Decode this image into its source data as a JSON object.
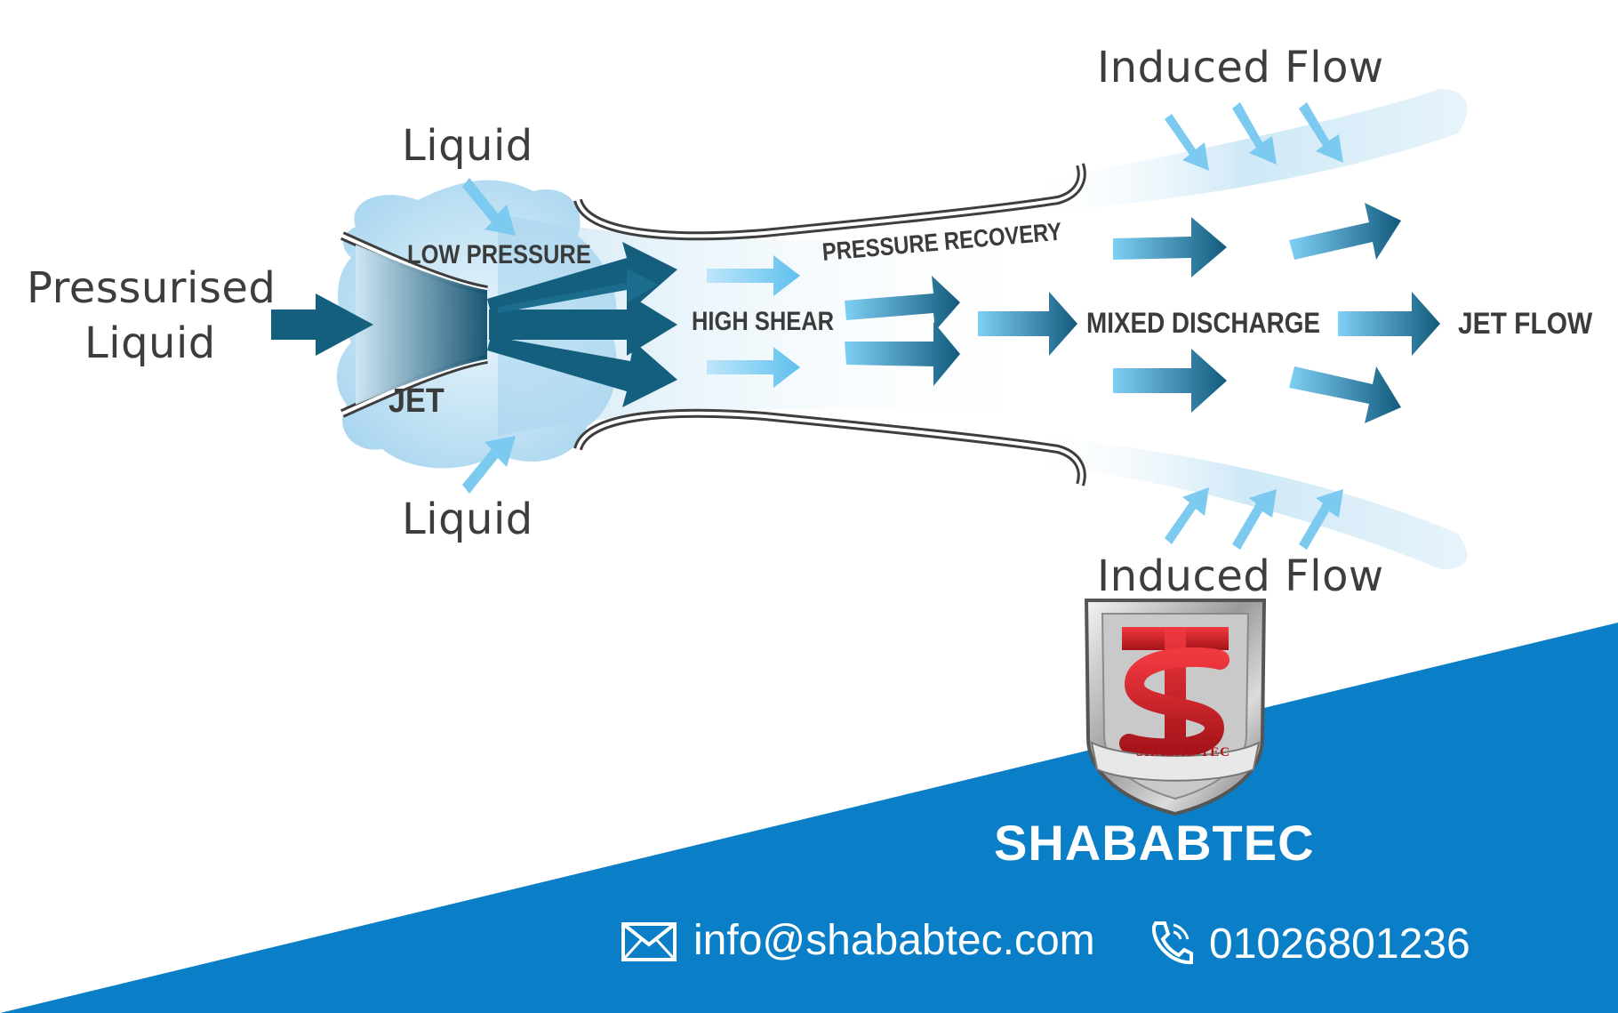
{
  "labels": {
    "pressurised_line1": "Pressurised",
    "pressurised_line2": "Liquid",
    "liquid_top": "Liquid",
    "liquid_bottom": "Liquid",
    "induced_flow_top": "Induced Flow",
    "induced_flow_bottom": "Induced Flow",
    "low_pressure": "LOW PRESSURE",
    "jet": "JET",
    "high_shear": "HIGH SHEAR",
    "pressure_recovery": "PRESSURE RECOVERY",
    "mixed_discharge": "MIXED DISCHARGE",
    "jet_flow": "JET FLOW"
  },
  "logo": {
    "brand_name": "SHABABTEC",
    "ribbon_text": "SHABAB TEC",
    "monogram": "TS"
  },
  "contact": {
    "email": "info@shababtec.com",
    "phone": "01026801236",
    "email_icon": "envelope-icon",
    "phone_icon": "phone-icon"
  },
  "colors": {
    "dark_arrow": "#155f7e",
    "light_arrow": "#7ccaf0",
    "mid_arrow": "#2a8fc2",
    "footer_blue": "#0a7fc7",
    "cloud_blue": "#b8def3",
    "logo_red": "#d71f27",
    "text_gray": "#3b3b3b"
  }
}
